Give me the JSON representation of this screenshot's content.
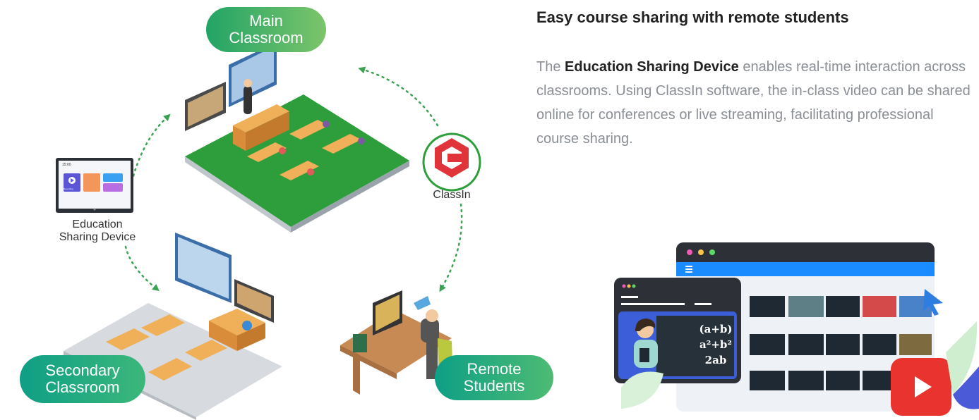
{
  "heading": "Easy course sharing with remote students",
  "paragraph": {
    "prefix": "The ",
    "bold": "Education Sharing Device",
    "suffix": " enables real-time interaction across classrooms. Using ClassIn software, the in-class video can be shared online for conferences or live streaming, facilitating professional course sharing."
  },
  "diagram": {
    "main_classroom": {
      "line1": "Main",
      "line2": "Classroom"
    },
    "secondary_classroom": {
      "line1": "Secondary",
      "line2": "Classroom"
    },
    "remote_students": {
      "line1": "Remote",
      "line2": "Students"
    },
    "device": {
      "line1": "Education",
      "line2": "Sharing Device",
      "screen_time": "15:00",
      "screen_button": "Recording"
    },
    "classin": {
      "label": "ClassIn"
    }
  },
  "illustration": {
    "formula": {
      "line1": "(a+b)",
      "line2": "a²+b²",
      "line3": "2ab"
    }
  },
  "colors": {
    "green_accent": "#1aa26a",
    "teal_accent": "#0e9f86",
    "classin_red": "#e0343a",
    "browser_blue": "#1a8cff",
    "video_red": "#e8332f"
  }
}
